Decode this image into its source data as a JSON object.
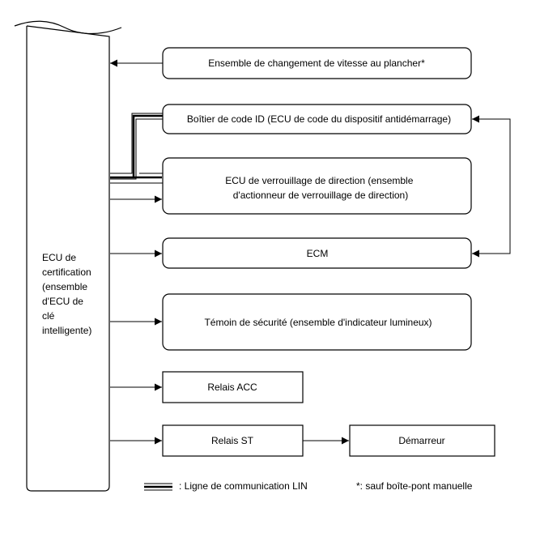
{
  "ecu": {
    "lines": [
      "ECU de",
      "certification",
      "(ensemble",
      "d'ECU de",
      "clé",
      "intelligente)"
    ]
  },
  "boxes": {
    "shift_lever": "Ensemble de changement de vitesse au plancher*",
    "id_code_box": "Boîtier de code ID (ECU de code du dispositif antidémarrage)",
    "steering_lock_line1": "ECU de verrouillage de direction (ensemble",
    "steering_lock_line2": "d'actionneur de verrouillage de direction)",
    "ecm": "ECM",
    "security_indicator": "Témoin de sécurité (ensemble d'indicateur lumineux)",
    "acc_relay": "Relais ACC",
    "st_relay": "Relais ST",
    "starter": "Démarreur"
  },
  "legend": {
    "lin_line": ": Ligne de communication LIN",
    "footnote": "*: sauf boîte-pont manuelle"
  }
}
